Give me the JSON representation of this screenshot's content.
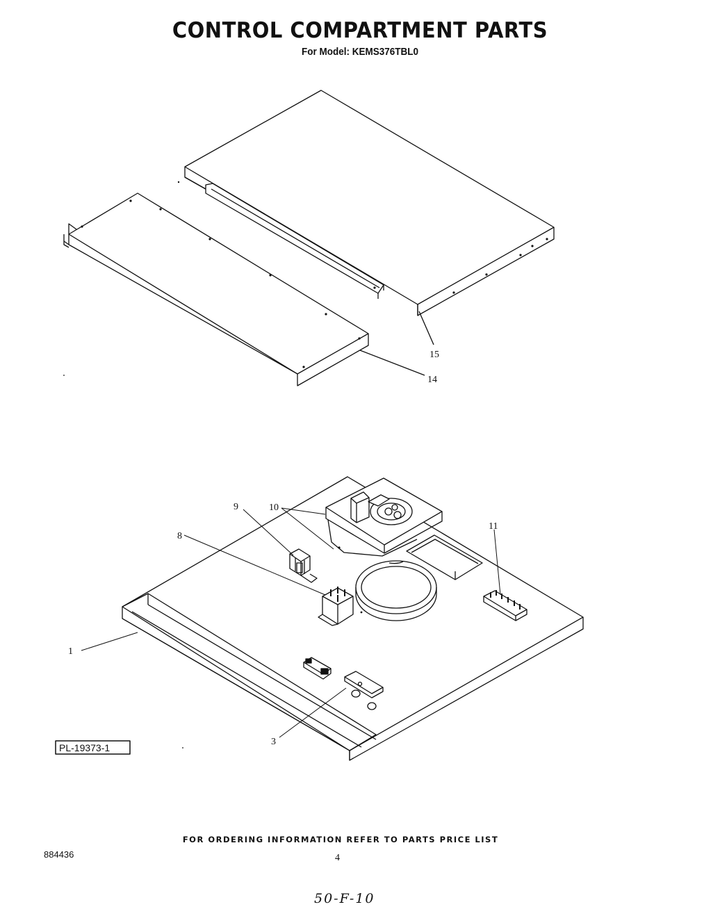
{
  "header": {
    "title": "CONTROL COMPARTMENT PARTS",
    "model_line": "For Model: KEMS376TBL0"
  },
  "callouts": {
    "c1": "1",
    "c3": "3",
    "c8": "8",
    "c9": "9",
    "c10": "10",
    "c11": "11",
    "c14": "14",
    "c15": "15"
  },
  "plate_number": "PL-19373-1",
  "footer": {
    "ordering_note": "FOR ORDERING INFORMATION REFER TO PARTS PRICE LIST",
    "document_number": "884436",
    "page_number": "4",
    "handwritten_note": "50-F-10"
  }
}
